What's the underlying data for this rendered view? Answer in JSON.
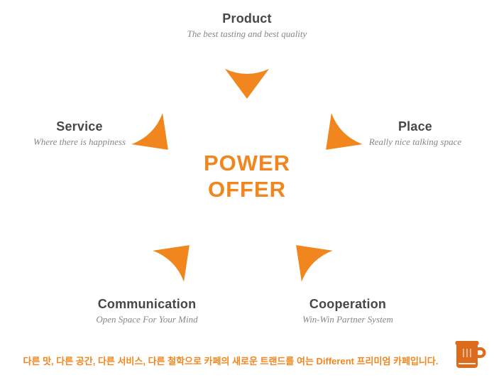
{
  "center": {
    "line1": "POWER",
    "line2": "OFFER"
  },
  "nodes": [
    {
      "id": "product",
      "label": "Product",
      "subtitle": "The best tasting and best quality"
    },
    {
      "id": "service",
      "label": "Service",
      "subtitle": "Where there is happiness"
    },
    {
      "id": "place",
      "label": "Place",
      "subtitle": "Really nice talking space"
    },
    {
      "id": "communication",
      "label": "Communication",
      "subtitle": "Open Space For Your Mind"
    },
    {
      "id": "cooperation",
      "label": "Cooperation",
      "subtitle": "Win-Win Partner System"
    }
  ],
  "footer": {
    "text": "다른 맛, 다른 공간, 다른 서비스, 다른 철학으로 카페의 새로운 트랜드를 여는 Different 프리미엄 카페입니다."
  },
  "icons": {
    "arrow": "arrowhead-icon",
    "mug": "coffee-mug-icon"
  },
  "colors": {
    "accent": "#F0861D",
    "mug": "#DD6B1E",
    "heading": "#474747",
    "subtitle": "#868686"
  }
}
